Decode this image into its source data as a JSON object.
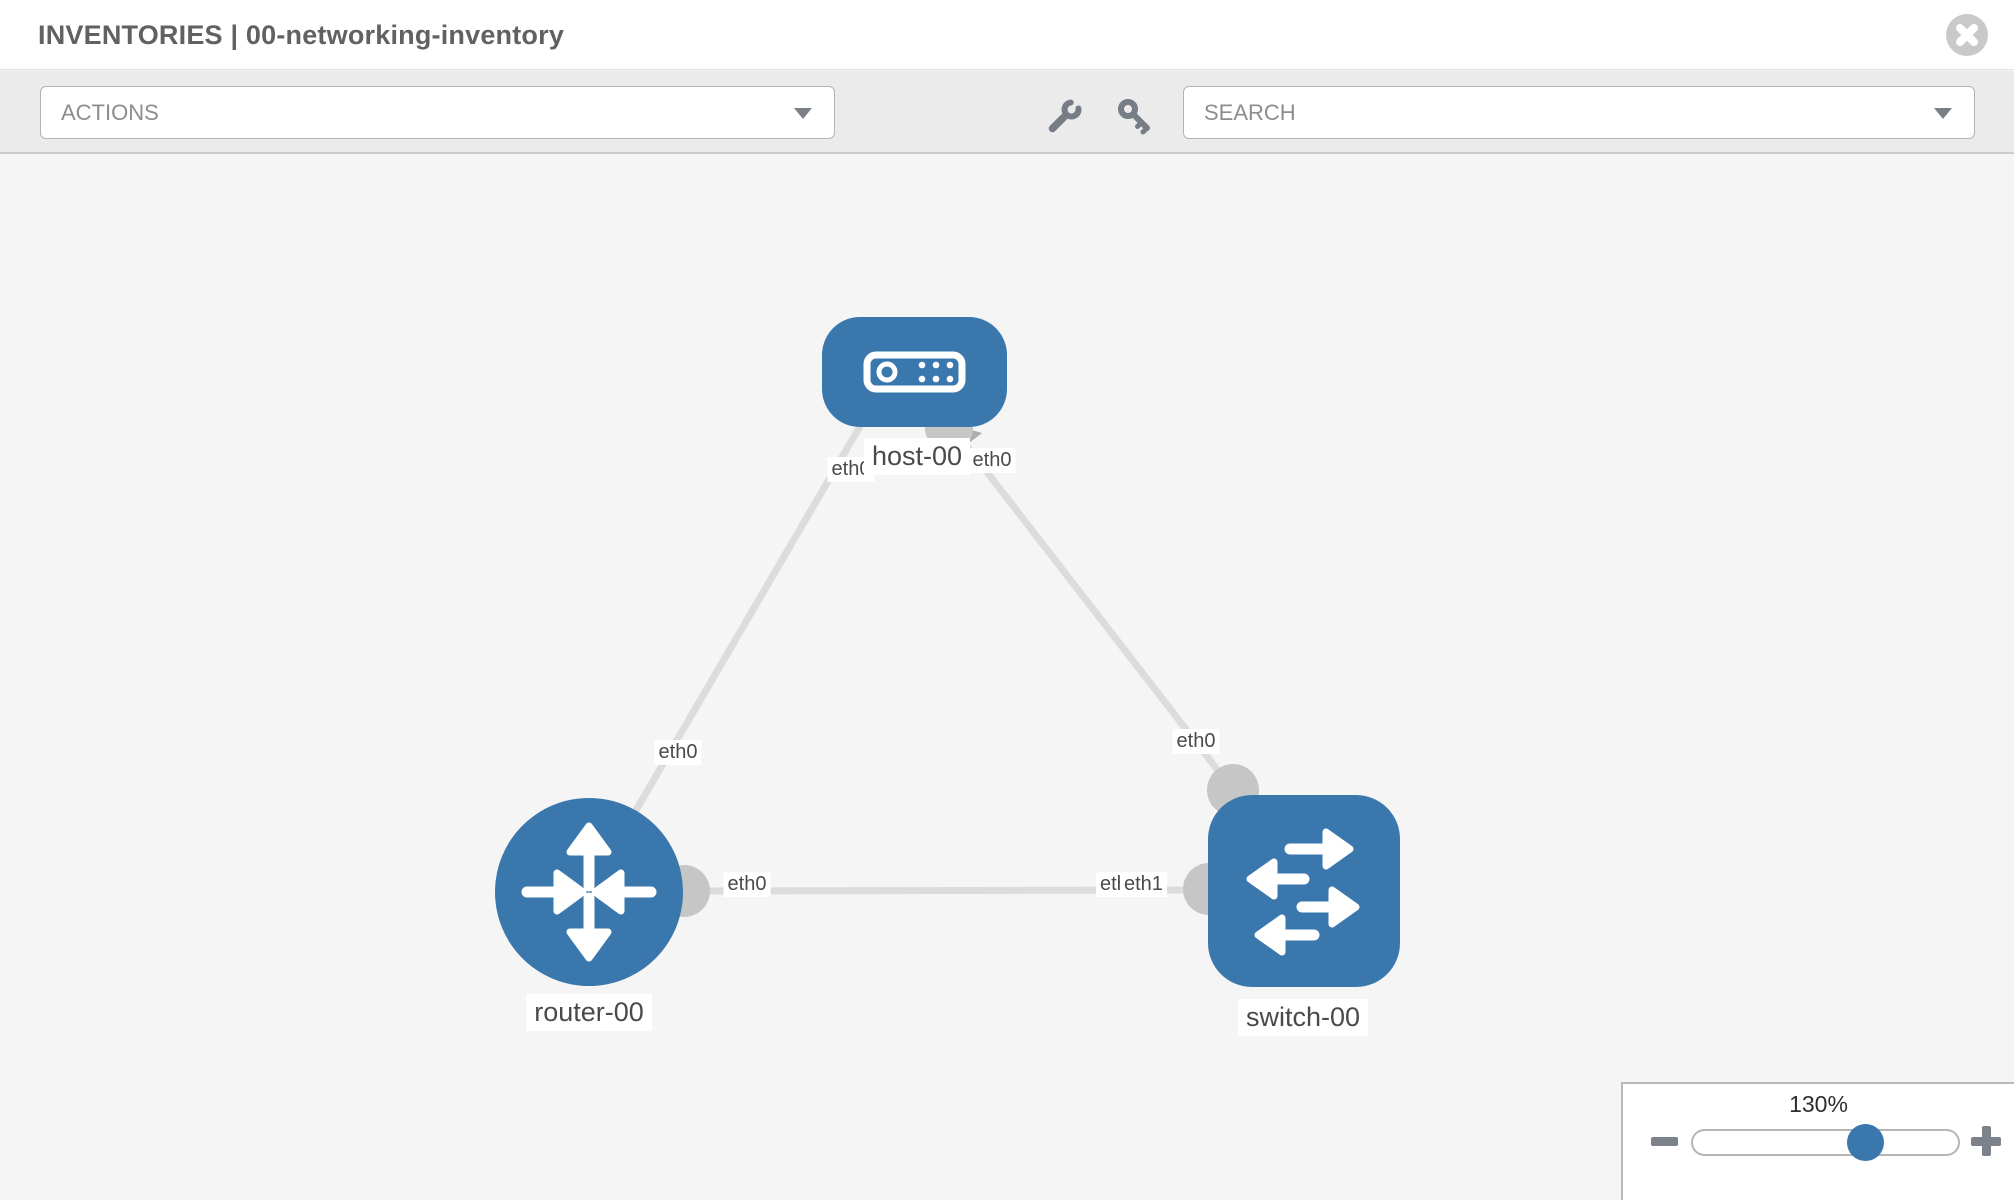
{
  "header": {
    "title": "INVENTORIES | 00-networking-inventory",
    "close_icon": "circle-x"
  },
  "toolbar": {
    "actions": {
      "label": "ACTIONS"
    },
    "search": {
      "label": "SEARCH"
    },
    "icons": [
      "wrench-icon",
      "key-icon"
    ]
  },
  "topology": {
    "nodes": [
      {
        "id": "host-00",
        "type": "host",
        "label": "host-00"
      },
      {
        "id": "router-00",
        "type": "router",
        "label": "router-00"
      },
      {
        "id": "switch-00",
        "type": "switch",
        "label": "switch-00"
      }
    ],
    "links": [
      {
        "source": "host-00",
        "target": "router-00",
        "source_interface": "eth0",
        "target_interface": "eth0"
      },
      {
        "source": "host-00",
        "target": "switch-00",
        "source_interface": "eth0",
        "target_interface": "eth0"
      },
      {
        "source": "router-00",
        "target": "switch-00",
        "source_interface": "eth0",
        "target_interface": "eth1"
      }
    ],
    "interface_labels": {
      "host_router_host_end": "eth0",
      "host_router_router_end": "eth0",
      "host_switch_host_end": "eth0",
      "host_switch_switch_end": "eth0",
      "router_switch_router_end": "eth0",
      "router_switch_switch_end_under": "eth0",
      "router_switch_switch_end_over": "eth1"
    }
  },
  "zoom_control": {
    "percent": "130%",
    "minus": "minus-icon",
    "plus": "plus-icon"
  },
  "colors": {
    "node_blue": "#3a77ad",
    "link_gray": "#dcdcdc",
    "interface_gray": "#c6c6c6",
    "canvas_bg": "#f5f5f5",
    "toolbar_bg": "#ebebeb",
    "icon_slate": "#767d86"
  }
}
